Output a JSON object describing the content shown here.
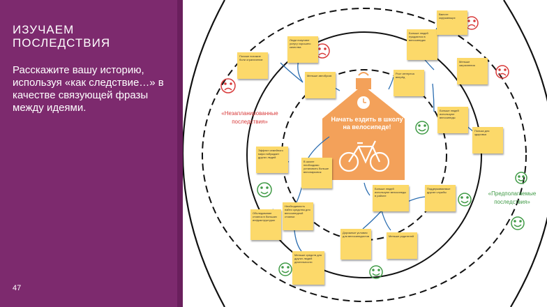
{
  "slide": {
    "title": "ИЗУЧАЕМ ПОСЛЕДСТВИЯ",
    "body": "Расскажите вашу историю, используя «как следствие…» в качестве связующей фразы между идеями.",
    "page_number": "47"
  },
  "diagram": {
    "center_label": "Начать ездить в школу на велосипеде!",
    "label_unplanned": "«Незапланированные последствия»",
    "label_expected": "«Предполагаемые последствия»",
    "notes": [
      "Похоже похожие боли ограничение",
      "Люди покупают услугу хорошего качества",
      "Меньше автобусов",
      "Больше людей нуждаются в велосипедах",
      "Вместе окружающих",
      "Рост интереса вперёд",
      "Меньше загрязнения",
      "Больше людей используют велосипеды",
      "Польза для здоровья",
      "Эффект семейного мира побуждает других людей",
      "В школе необходимо установить больше велопарковок",
      "Больше людей используют велосипеды в районе",
      "Поддерживаемые другие службы",
      "Обследование стоянок в больших инфраструктурах",
      "Необходимость найти средства для велосипедной стоянки",
      "Меньше средств для других людей деятельности",
      "Дорожные условия для велосипедистов",
      "Меньше родителей"
    ]
  },
  "colors": {
    "sidebar": "#7d2a6e",
    "house": "#f3a15a",
    "note": "#fcd96a",
    "red_label": "#d83a3a",
    "green_label": "#3f9a45"
  }
}
